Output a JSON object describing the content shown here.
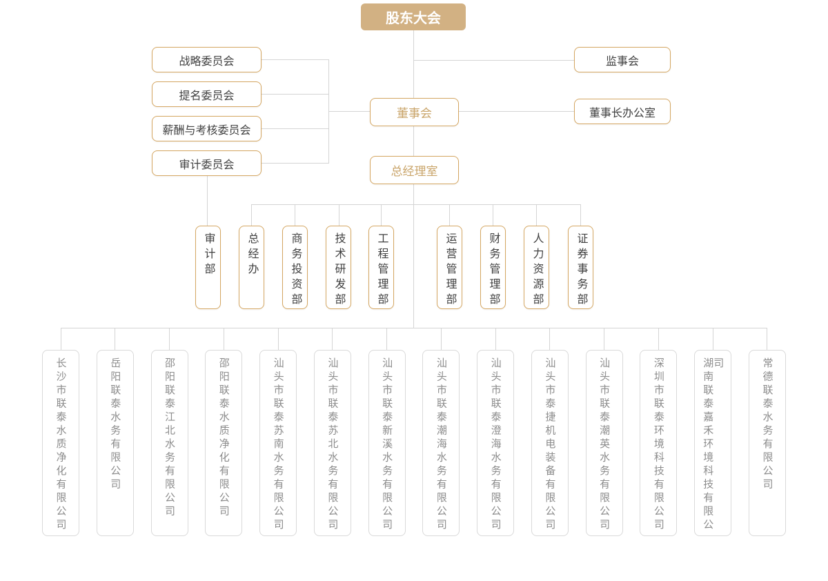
{
  "org": {
    "root": {
      "label": "股东大会"
    },
    "committees": [
      {
        "label": "战略委员会"
      },
      {
        "label": "提名委员会"
      },
      {
        "label": "薪酬与考核委员会"
      },
      {
        "label": "审计委员会"
      }
    ],
    "supervisory": {
      "label": "监事会"
    },
    "chairman_office": {
      "label": "董事长办公室"
    },
    "board": {
      "label": "董事会"
    },
    "gm_office": {
      "label": "总经理室"
    },
    "departments": [
      {
        "label": "审计部"
      },
      {
        "label": "总经办"
      },
      {
        "label": "商务投资部"
      },
      {
        "label": "技术研发部"
      },
      {
        "label": "工程管理部"
      },
      {
        "label": "运营管理部"
      },
      {
        "label": "财务管理部"
      },
      {
        "label": "人力资源部"
      },
      {
        "label": "证券事务部"
      }
    ],
    "companies": [
      {
        "label": "长沙市联泰水质净化有限公司"
      },
      {
        "label": "岳阳联泰水务有限公司"
      },
      {
        "label": "邵阳联泰江北水务有限公司"
      },
      {
        "label": "邵阳联泰水质净化有限公司"
      },
      {
        "label": "汕头市联泰苏南水务有限公司"
      },
      {
        "label": "汕头市联泰苏北水务有限公司"
      },
      {
        "label": "汕头市联泰新溪水务有限公司"
      },
      {
        "label": "汕头市联泰潮海水务有限公司"
      },
      {
        "label": "汕头市联泰澄海水务有限公司"
      },
      {
        "label": "汕头市泰捷机电装备有限公司"
      },
      {
        "label": "汕头市联泰潮英水务有限公司"
      },
      {
        "label": "深圳市联泰环境科技有限公司"
      },
      {
        "label": "湖南联泰嘉禾环境科技有限公司"
      },
      {
        "label": "常德联泰水务有限公司"
      }
    ]
  },
  "colors": {
    "node_fill_accent": "#d2b183",
    "node_border_gold": "#d4a661",
    "node_text_gold": "#c9a469",
    "node_text_dark": "#404040",
    "company_border": "#d9d9d9",
    "company_text": "#8c8c8c",
    "connector": "#d4d4d4"
  }
}
